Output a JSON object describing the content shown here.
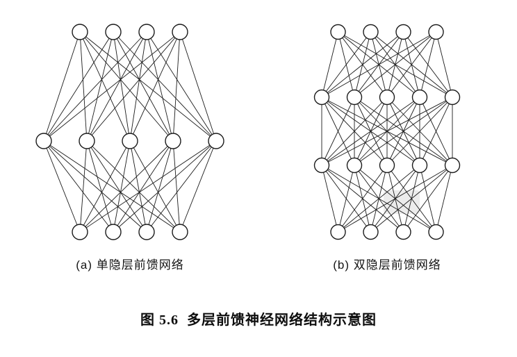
{
  "figure": {
    "number": "图 5.6",
    "title": "多层前馈神经网络结构示意图"
  },
  "diagrams": [
    {
      "id": "a",
      "label": "(a) 单隐层前馈网络",
      "layers": [
        4,
        5,
        4
      ]
    },
    {
      "id": "b",
      "label": "(b) 双隐层前馈网络",
      "layers": [
        4,
        5,
        5,
        4
      ]
    }
  ],
  "style": {
    "background": "#ffffff",
    "node_fill": "#ffffff",
    "line_color": "#1b1b1b"
  }
}
